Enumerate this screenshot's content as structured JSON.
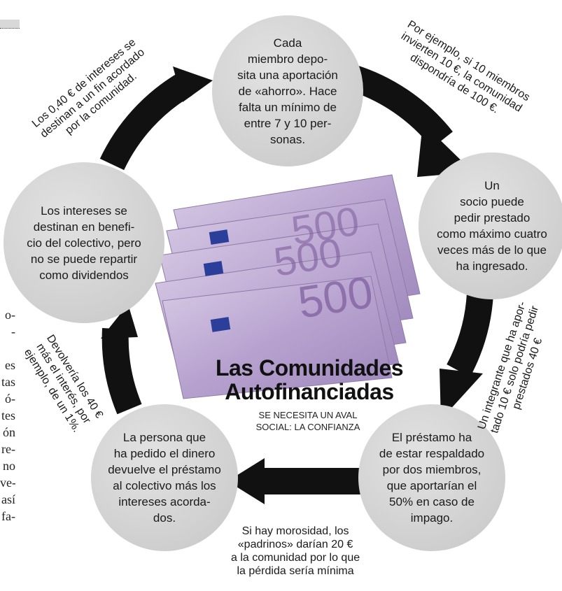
{
  "title_lines": [
    "Las Comunidades",
    "Autofinanciadas"
  ],
  "subtitle_lines": [
    "SE NECESITA UN AVAL",
    "SOCIAL: LA CONFIANZA"
  ],
  "colors": {
    "circle": "#d4d4d4",
    "arrow": "#111111",
    "text": "#1a1a1a",
    "banknote": "#b9a8cf"
  },
  "nodes": [
    {
      "lines": [
        "Cada",
        "miembro depo-",
        "sita una aportación",
        "de «ahorro». Hace",
        "falta un mínimo de",
        "entre 7 y 10 per-",
        "sonas."
      ]
    },
    {
      "lines": [
        "Un",
        "socio puede",
        "pedir prestado",
        "como máximo cuatro",
        "veces más de lo que",
        "ha ingresado."
      ]
    },
    {
      "lines": [
        "El préstamo ha",
        "de estar respaldado",
        "por dos miembros,",
        "que aportarían el",
        "50% en caso de",
        "impago."
      ]
    },
    {
      "lines": [
        "La persona que",
        "ha pedido el dinero",
        "devuelve el préstamo",
        "al colectivo más los",
        "intereses acorda-",
        "dos."
      ]
    },
    {
      "lines": [
        "Los intereses se",
        "destinan en benefi-",
        "cio del colectivo, pero",
        "no se puede repartir",
        "como dividendos"
      ]
    }
  ],
  "notes": [
    {
      "lines": [
        "Por ejemplo, si 10 miembros",
        "invierten 10 €, la comunidad",
        "dispondría de 100 €."
      ]
    },
    {
      "lines": [
        "Un integrante que ha apor-",
        "tado 10 € solo podría pedir",
        "prestados 40 €"
      ]
    },
    {
      "lines": [
        "Si hay morosidad, los",
        "«padrinos» darían 20 €",
        "a la comunidad por lo que",
        "la pérdida sería mínima"
      ]
    },
    {
      "lines": [
        "Devolvería los 40 €",
        "más el interés, por",
        "ejemplo, de un 1%."
      ]
    },
    {
      "lines": [
        "Los 0,40 € de intereses se",
        "destinan a un fin acordado",
        "por la comunidad."
      ]
    }
  ],
  "banknote_value": "500",
  "side_text": [
    "o-",
    "-",
    "",
    "es",
    "tas",
    "ó-",
    "tes",
    "ón",
    "re-",
    "no",
    "ve-",
    "así",
    "fa-"
  ]
}
